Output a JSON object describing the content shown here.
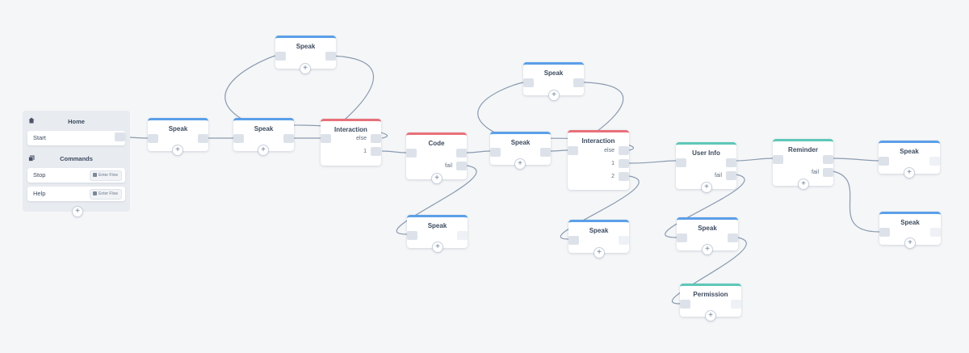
{
  "home_panel": {
    "home_label": "Home",
    "start_label": "Start",
    "commands_label": "Commands",
    "commands": [
      {
        "label": "Stop",
        "action": "Enter Flow"
      },
      {
        "label": "Help",
        "action": "Enter Flow"
      }
    ],
    "add_symbol": "+"
  },
  "icons": {
    "home": "home-icon",
    "commands": "flow-stack-icon",
    "enter_flow": "flow-icon"
  },
  "colors": {
    "speak": "#5b9fe8",
    "interaction": "#e8707a",
    "code": "#e8707a",
    "user_info": "#5ec7b8",
    "canvas": "#f5f6f8",
    "wire": "#8a9bb0"
  },
  "nodes": {
    "speak_1": {
      "title": "Speak"
    },
    "speak_loop_a": {
      "title": "Speak"
    },
    "speak_2": {
      "title": "Speak"
    },
    "interaction_1": {
      "title": "Interaction",
      "ports": [
        "else",
        "1"
      ]
    },
    "code": {
      "title": "Code",
      "ports": [
        "fail"
      ]
    },
    "speak_code_fail": {
      "title": "Speak"
    },
    "speak_3": {
      "title": "Speak"
    },
    "speak_loop_b": {
      "title": "Speak"
    },
    "interaction_2": {
      "title": "Interaction",
      "ports": [
        "else",
        "1",
        "2"
      ]
    },
    "speak_int2_choice2": {
      "title": "Speak"
    },
    "user_info": {
      "title": "User Info",
      "ports": [
        "fail"
      ]
    },
    "speak_userinfo_fail": {
      "title": "Speak"
    },
    "permission": {
      "title": "Permission"
    },
    "reminder": {
      "title": "Reminder",
      "ports": [
        "fail"
      ]
    },
    "speak_reminder_ok": {
      "title": "Speak"
    },
    "speak_reminder_fail": {
      "title": "Speak"
    }
  }
}
